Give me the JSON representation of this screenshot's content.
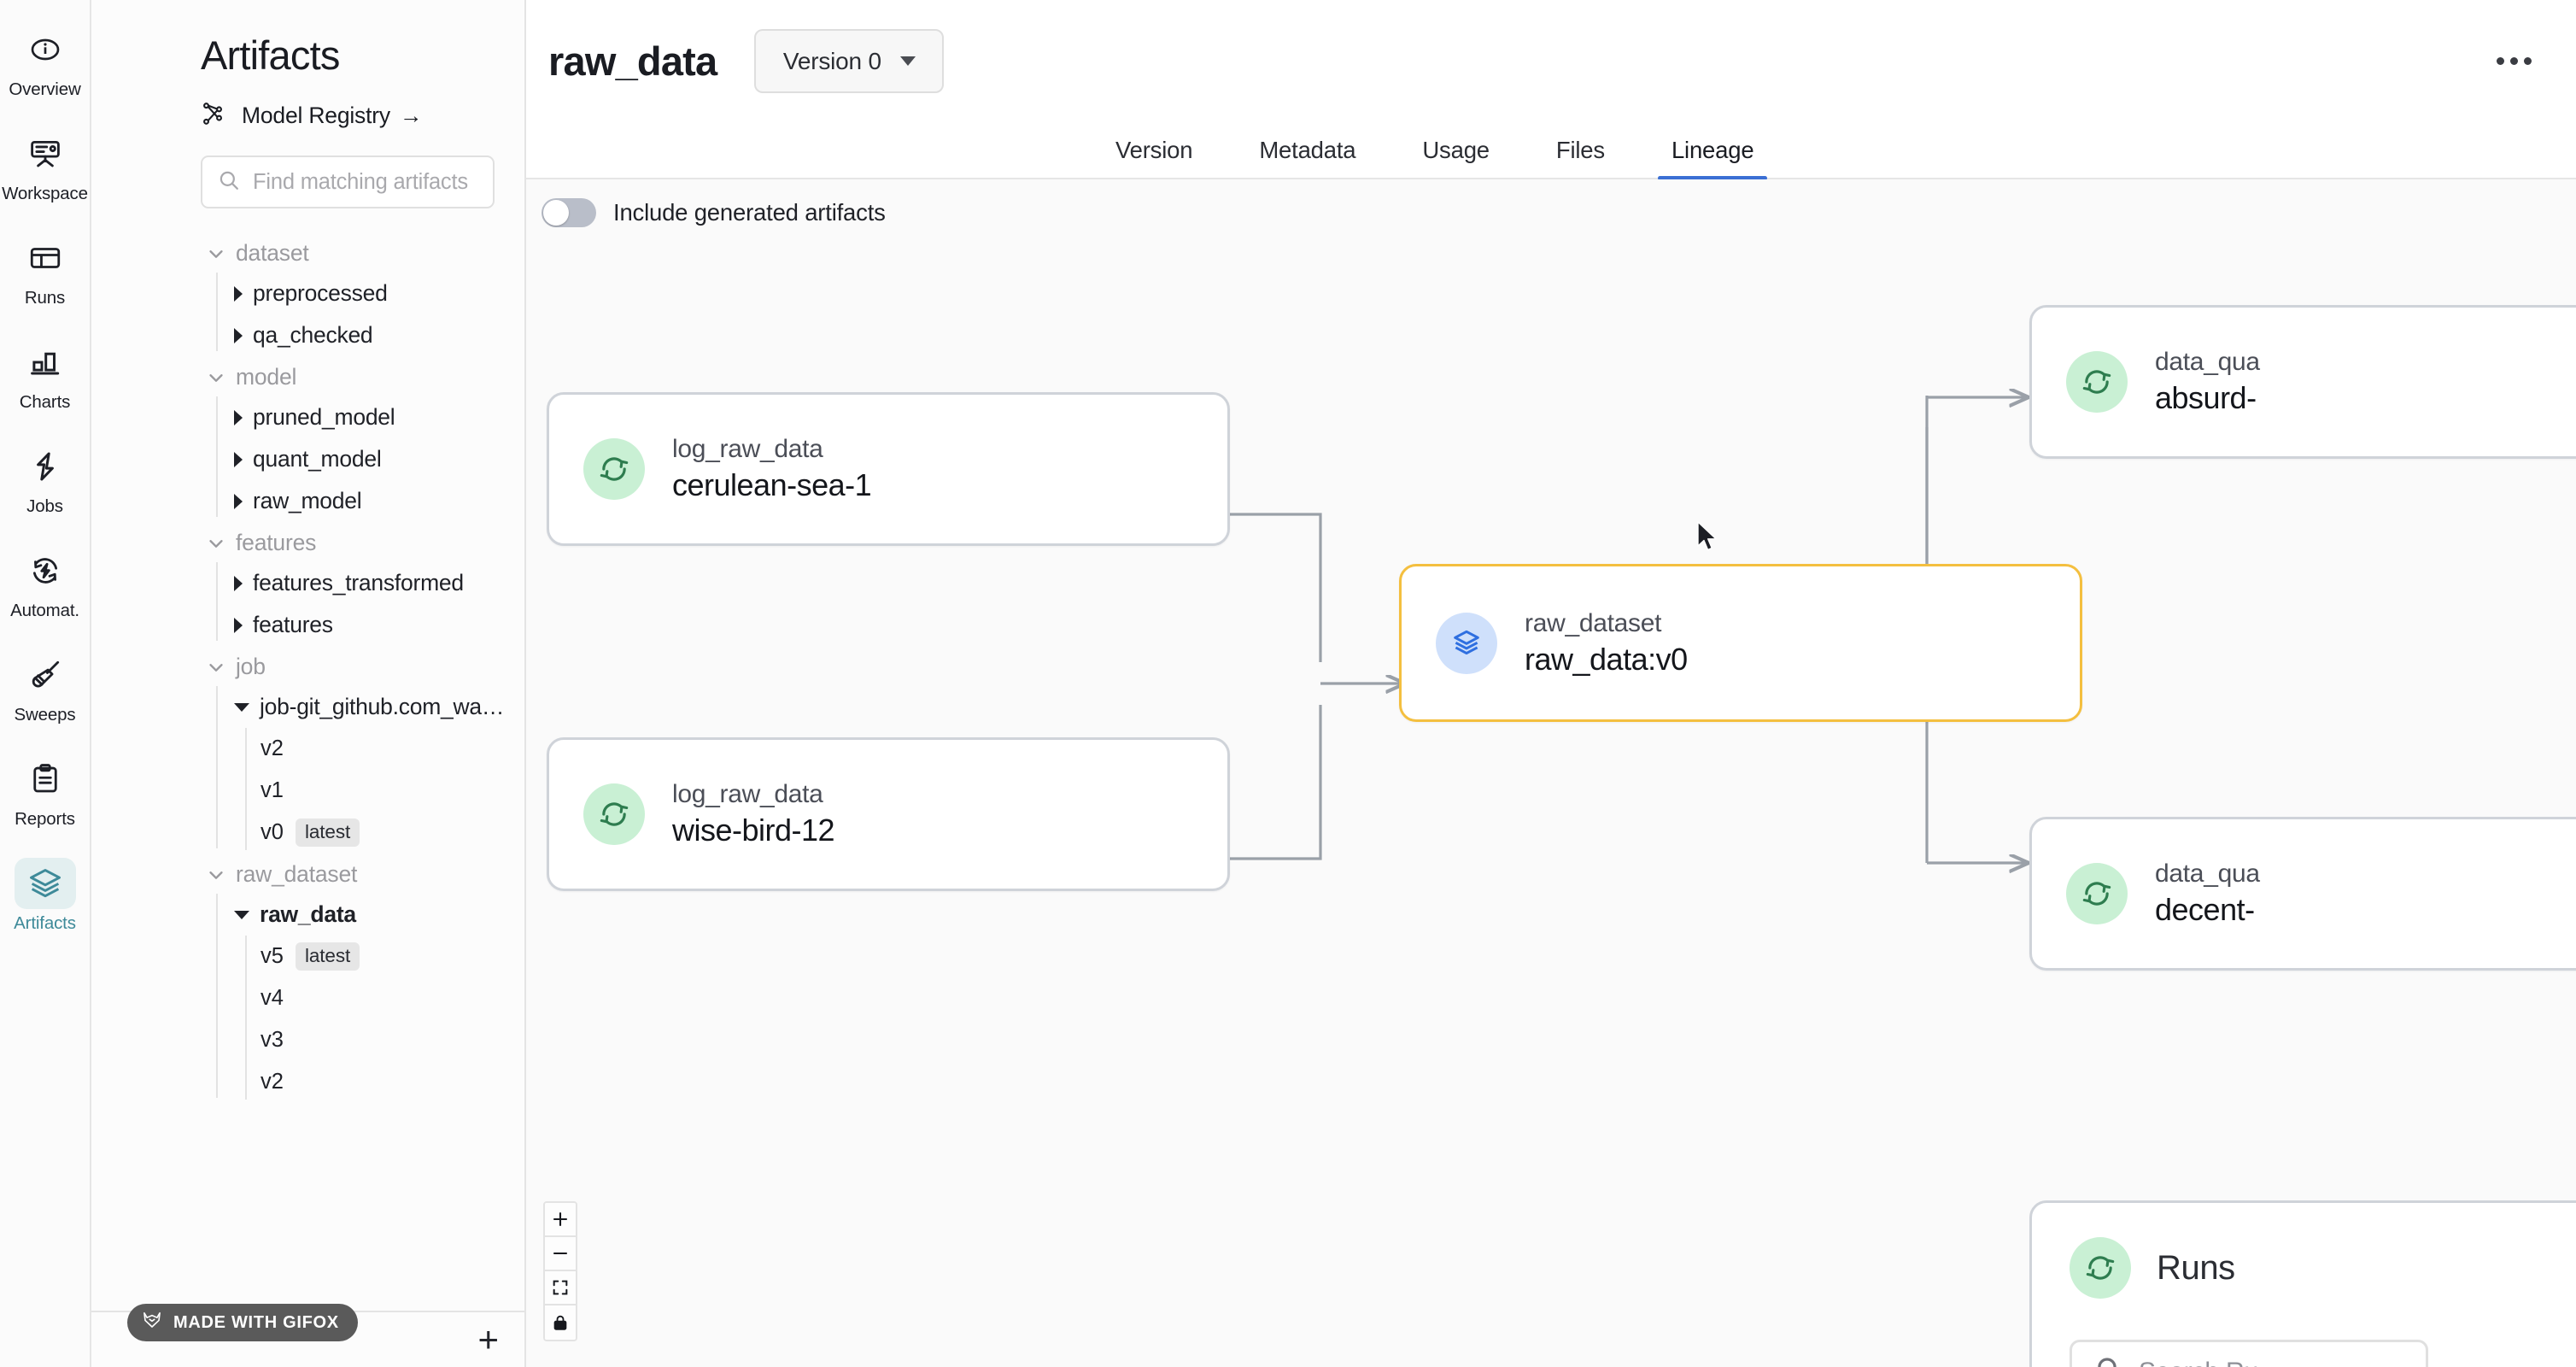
{
  "rail": {
    "items": [
      {
        "label": "Overview",
        "icon": "info-circle-icon",
        "active": false
      },
      {
        "label": "Workspace",
        "icon": "easel-icon",
        "active": false
      },
      {
        "label": "Runs",
        "icon": "table-icon",
        "active": false
      },
      {
        "label": "Charts",
        "icon": "bar-chart-icon",
        "active": false
      },
      {
        "label": "Jobs",
        "icon": "bolt-icon",
        "active": false
      },
      {
        "label": "Automat.",
        "icon": "automation-icon",
        "active": false
      },
      {
        "label": "Sweeps",
        "icon": "broom-icon",
        "active": false
      },
      {
        "label": "Reports",
        "icon": "clipboard-icon",
        "active": false
      },
      {
        "label": "Artifacts",
        "icon": "layers-icon",
        "active": true
      }
    ]
  },
  "panel": {
    "title": "Artifacts",
    "registry_link": "Model Registry",
    "registry_arrow": "→",
    "search_placeholder": "Find matching artifacts",
    "search_value": "",
    "add_button": "+",
    "tree": [
      {
        "group": "dataset",
        "expanded": true,
        "children": [
          {
            "name": "preprocessed",
            "expanded": false,
            "versions": []
          },
          {
            "name": "qa_checked",
            "expanded": false,
            "versions": []
          }
        ]
      },
      {
        "group": "model",
        "expanded": true,
        "children": [
          {
            "name": "pruned_model",
            "expanded": false,
            "versions": []
          },
          {
            "name": "quant_model",
            "expanded": false,
            "versions": []
          },
          {
            "name": "raw_model",
            "expanded": false,
            "versions": []
          }
        ]
      },
      {
        "group": "features",
        "expanded": true,
        "children": [
          {
            "name": "features_transformed",
            "expanded": false,
            "versions": []
          },
          {
            "name": "features",
            "expanded": false,
            "versions": []
          }
        ]
      },
      {
        "group": "job",
        "expanded": true,
        "children": [
          {
            "name": "job-git_github.com_wa…",
            "expanded": true,
            "versions": [
              {
                "label": "v2",
                "tag": ""
              },
              {
                "label": "v1",
                "tag": ""
              },
              {
                "label": "v0",
                "tag": "latest"
              }
            ]
          }
        ]
      },
      {
        "group": "raw_dataset",
        "expanded": true,
        "children": [
          {
            "name": "raw_data",
            "expanded": true,
            "selected": true,
            "versions": [
              {
                "label": "v5",
                "tag": "latest"
              },
              {
                "label": "v4",
                "tag": ""
              },
              {
                "label": "v3",
                "tag": ""
              },
              {
                "label": "v2",
                "tag": ""
              }
            ]
          }
        ]
      }
    ],
    "watermark": "MADE WITH GIFOX"
  },
  "header": {
    "title": "raw_data",
    "version_label": "Version 0",
    "overflow_icon": "ellipsis-icon"
  },
  "tabs": [
    {
      "label": "Version",
      "active": false
    },
    {
      "label": "Metadata",
      "active": false
    },
    {
      "label": "Usage",
      "active": false
    },
    {
      "label": "Files",
      "active": false
    },
    {
      "label": "Lineage",
      "active": true
    }
  ],
  "lineage": {
    "toggle_label": "Include generated artifacts",
    "toggle_on": false,
    "nodes": [
      {
        "id": "n1",
        "sub": "log_raw_data",
        "name": "cerulean-sea-1",
        "icon": "run-refresh-icon",
        "icon_color": "green",
        "highlight": false
      },
      {
        "id": "n2",
        "sub": "log_raw_data",
        "name": "wise-bird-12",
        "icon": "run-refresh-icon",
        "icon_color": "green",
        "highlight": false
      },
      {
        "id": "n3",
        "sub": "raw_dataset",
        "name": "raw_data:v0",
        "icon": "layers-icon",
        "icon_color": "blue",
        "highlight": true
      },
      {
        "id": "n4",
        "sub": "data_qua",
        "name": "absurd-",
        "icon": "run-refresh-icon",
        "icon_color": "green",
        "highlight": false
      },
      {
        "id": "n5",
        "sub": "data_qua",
        "name": "decent-",
        "icon": "run-refresh-icon",
        "icon_color": "green",
        "highlight": false
      }
    ],
    "runs_panel": {
      "title": "Runs",
      "icon": "run-refresh-icon",
      "search_placeholder": "Search Ru"
    },
    "zoom_controls": [
      {
        "name": "zoom-in",
        "glyph": "+"
      },
      {
        "name": "zoom-out",
        "glyph": "−"
      },
      {
        "name": "fit-view",
        "glyph": "fit"
      },
      {
        "name": "lock-view",
        "glyph": "lock"
      }
    ]
  },
  "colors": {
    "accent_tab": "#3b6fd4",
    "active_nav": "#3e8a99",
    "highlight_node": "#f4bf3f",
    "node_icon_green": "#c9f0d4",
    "node_icon_blue": "#cfe0fb",
    "edge": "#9aa0a8"
  }
}
